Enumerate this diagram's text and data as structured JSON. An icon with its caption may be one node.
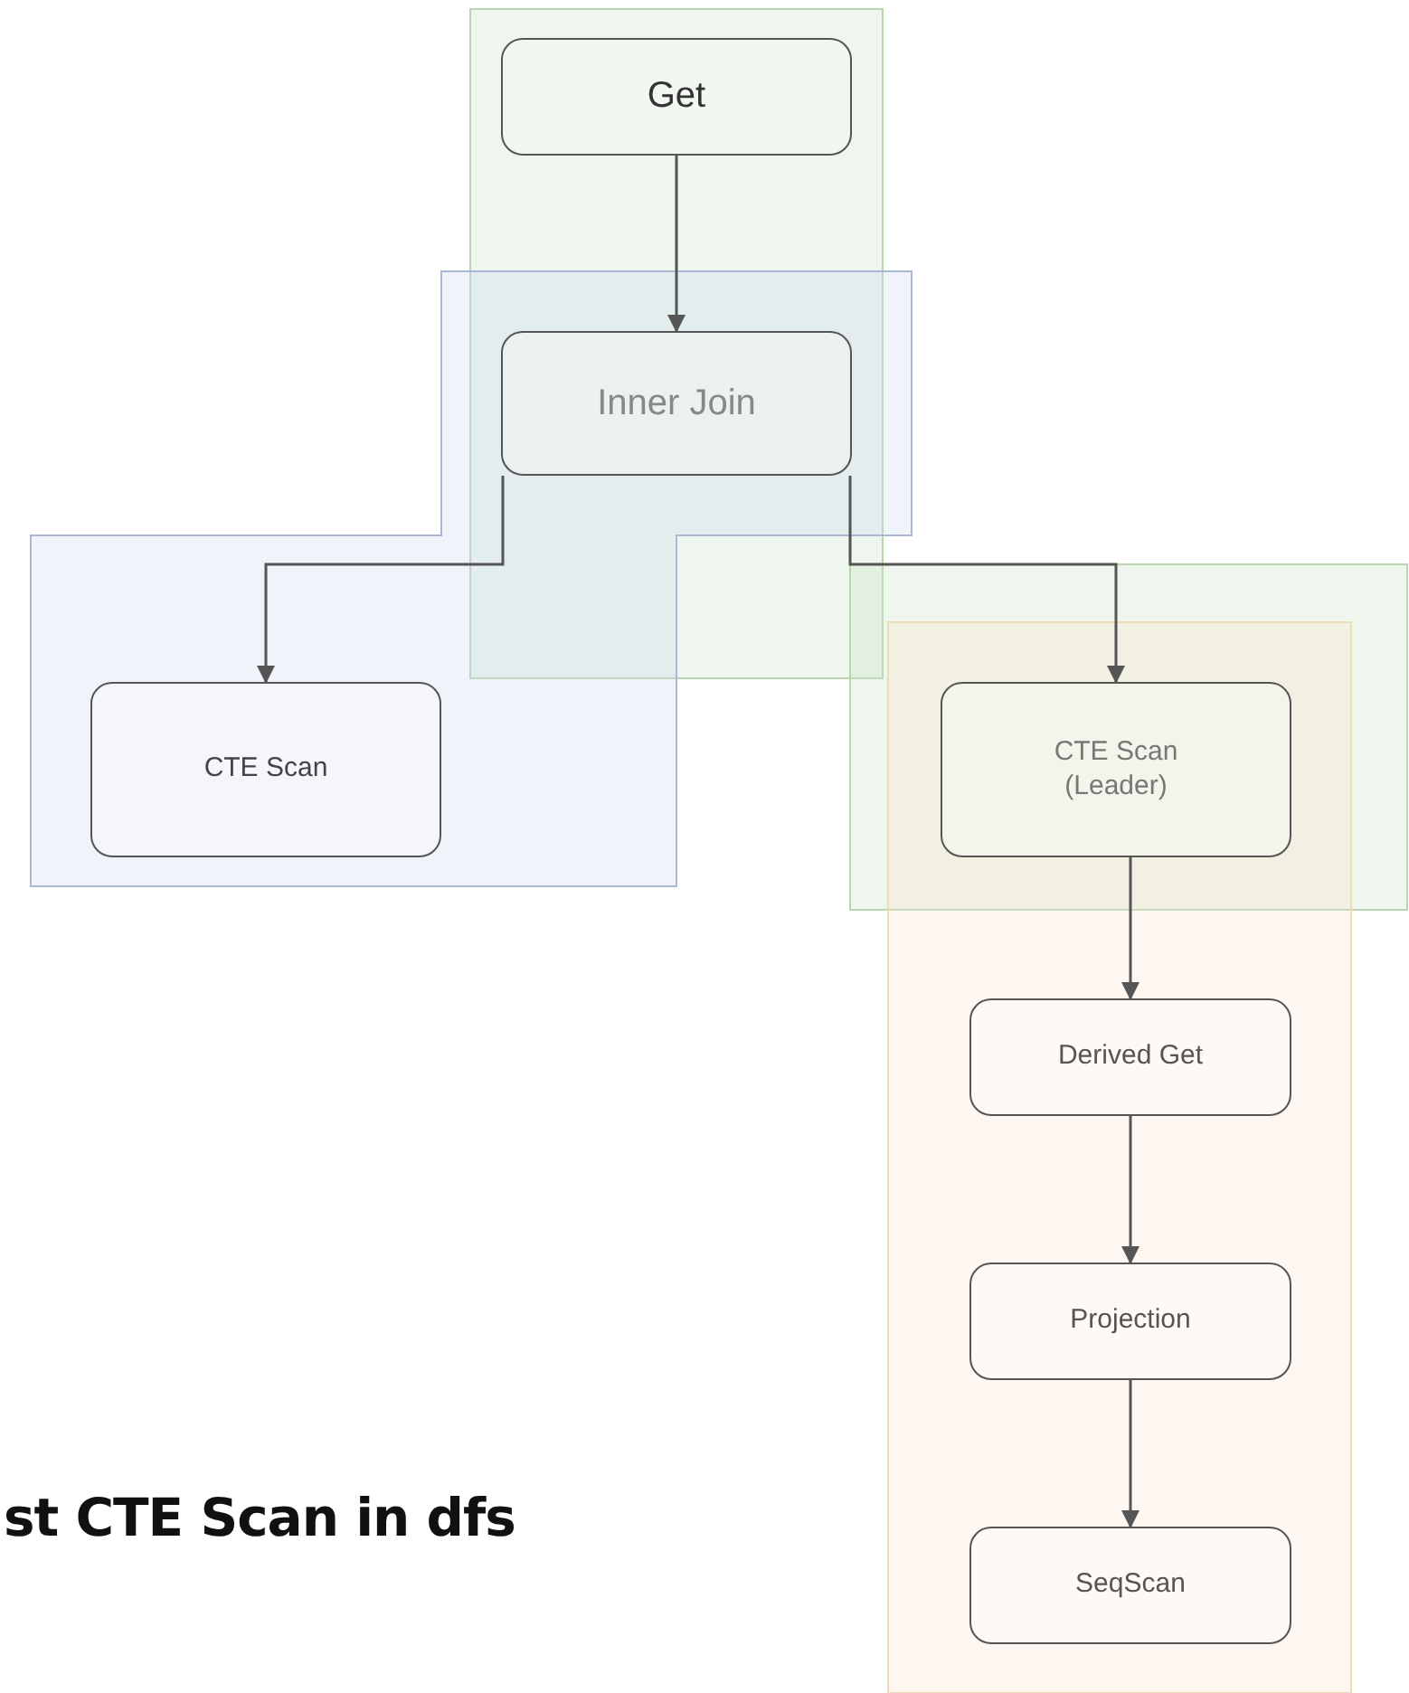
{
  "diagram": {
    "nodes": [
      {
        "text": [
          "Get"
        ]
      },
      {
        "text": [
          "Inner Join"
        ]
      },
      {
        "text": [
          "CTE Scan"
        ]
      },
      {
        "text": [
          "CTE Scan (Leader)"
        ]
      },
      {
        "text": [
          "Derived Get"
        ]
      },
      {
        "text": [
          "Projection"
        ]
      },
      {
        "text": [
          "SeqScan"
        ]
      }
    ],
    "edges": [
      {
        "from": 0,
        "to": 1,
        "arrow": "to"
      },
      {
        "from": 1,
        "to": 2,
        "arrow": "to"
      },
      {
        "from": 1,
        "to": 3,
        "arrow": "to"
      },
      {
        "from": 3,
        "to": 4,
        "arrow": "to"
      },
      {
        "from": 4,
        "to": 5,
        "arrow": "to"
      },
      {
        "from": 5,
        "to": 6,
        "arrow": "to"
      }
    ],
    "labels": [
      "st CTE Scan in dfs"
    ]
  }
}
